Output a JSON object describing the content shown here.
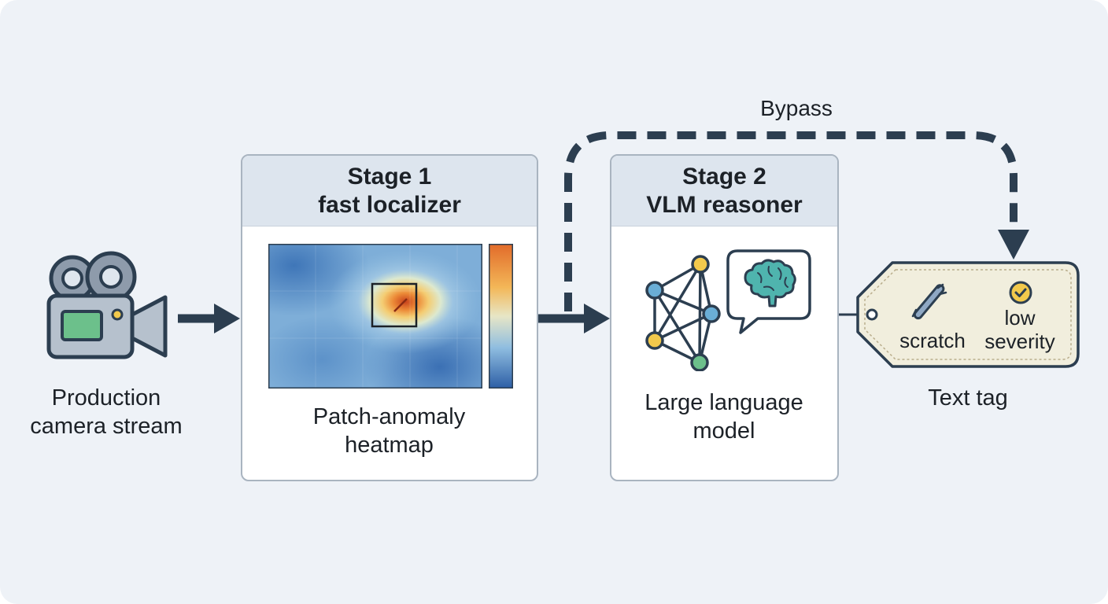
{
  "source": {
    "icon": "video-camera-icon",
    "label_line1": "Production",
    "label_line2": "camera stream"
  },
  "stage1": {
    "title_line1": "Stage 1",
    "title_line2": "fast localizer",
    "visual": "patch-anomaly-heatmap",
    "caption_line1": "Patch-anomaly",
    "caption_line2": "heatmap"
  },
  "stage2": {
    "title_line1": "Stage 2",
    "title_line2": "VLM reasoner",
    "icons": [
      "neural-network-icon",
      "brain-speech-bubble-icon"
    ],
    "caption_line1": "Large language",
    "caption_line2": "model"
  },
  "bypass": {
    "label": "Bypass"
  },
  "output": {
    "tag_item1": "scratch",
    "tag_item2_line1": "low",
    "tag_item2_line2": "severity",
    "icons": [
      "scratch-icon",
      "check-circle-icon"
    ],
    "label": "Text tag"
  },
  "colors": {
    "background": "#eef2f7",
    "arrow": "#2c3e50",
    "stage_header": "#dde5ee",
    "stage_border": "#a9b4c0",
    "tag_fill": "#f1eedd",
    "accent_yellow": "#f2c94c",
    "accent_teal": "#3f9e9a",
    "node_blue": "#6aaed6",
    "node_green": "#6cc08b"
  }
}
